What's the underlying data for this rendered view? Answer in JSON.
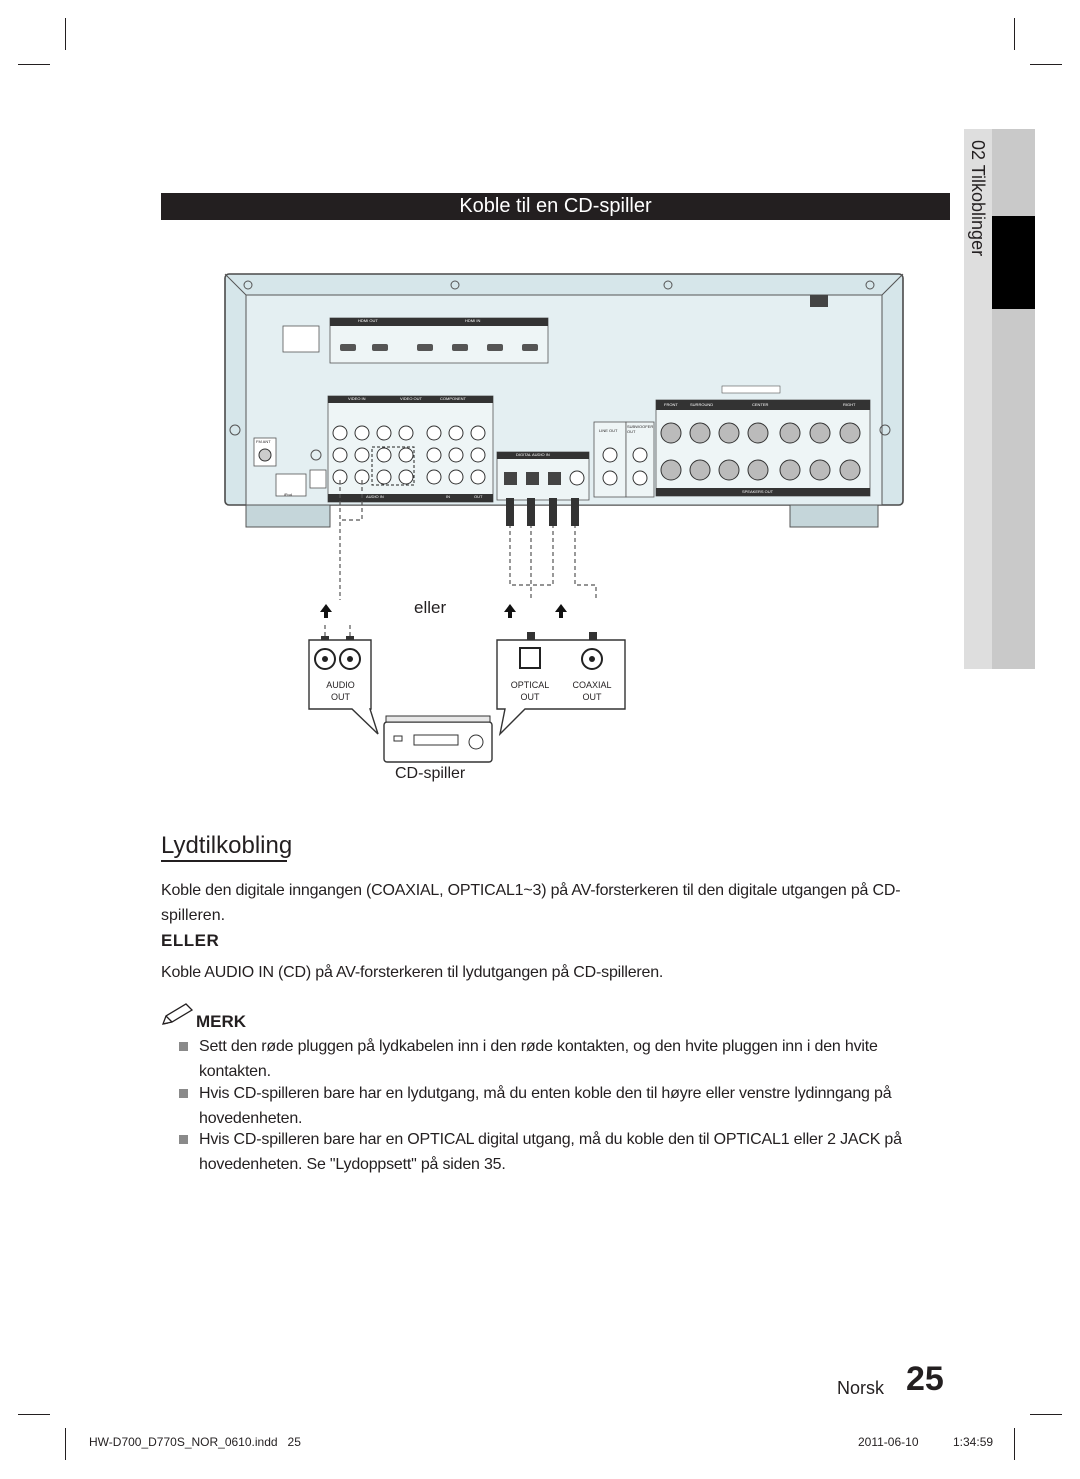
{
  "section_title": "Koble til en CD-spiller",
  "side_tab": {
    "label": "02  Tilkoblinger"
  },
  "diagram": {
    "or_label": "eller",
    "device_label": "CD-spiller",
    "jack_audio_out": [
      "AUDIO",
      "OUT"
    ],
    "jack_optical_out": [
      "OPTICAL",
      "OUT"
    ],
    "jack_coaxial_out": [
      "COAXIAL",
      "OUT"
    ],
    "receiver_labels": {
      "hdmi_out": "HDMI OUT",
      "hdmi_in": "HDMI IN",
      "video_in": "VIDEO IN",
      "video_out": "VIDEO OUT",
      "component": "COMPONENT",
      "audio_in": "AUDIO IN",
      "in": "IN",
      "out": "OUT",
      "digital_audio_in": "DIGITAL AUDIO IN",
      "line_out": "LINE OUT",
      "subwoofer_out": "SUBWOOFER OUT",
      "speakers_out": "SPEAKERS OUT",
      "fm_ant": "FM ANT",
      "front": "FRONT",
      "surround": "SURROUND",
      "center": "CENTER",
      "right": "RIGHT",
      "ipod": "iPod"
    }
  },
  "heading": "Lydtilkobling",
  "para1_line1": "Koble den digitale inngangen (COAXIAL, OPTICAL1~3) på AV-forsterkeren til den digitale utgangen på CD-",
  "para1_line2": "spilleren.",
  "or_heading": "ELLER",
  "para2": "Koble AUDIO IN (CD) på AV-forsterkeren til lydutgangen på CD-spilleren.",
  "note_heading": "MERK",
  "notes": [
    {
      "line1": "Sett den røde pluggen på lydkabelen inn i den røde kontakten, og den hvite pluggen inn i den hvite",
      "line2": "kontakten."
    },
    {
      "line1": "Hvis CD-spilleren bare har en lydutgang, må du enten koble den til høyre eller venstre lydinngang på",
      "line2": "hovedenheten."
    },
    {
      "line1": "Hvis CD-spilleren bare har en OPTICAL digital utgang, må du koble den til OPTICAL1 eller 2 JACK på",
      "line2": "hovedenheten. Se \"Lydoppsett\" på siden 35."
    }
  ],
  "page": {
    "language": "Norsk",
    "number": "25"
  },
  "footer": {
    "file": "HW-D700_D770S_NOR_0610.indd   25",
    "date": "2011-06-10",
    "time": "1:34:59"
  }
}
